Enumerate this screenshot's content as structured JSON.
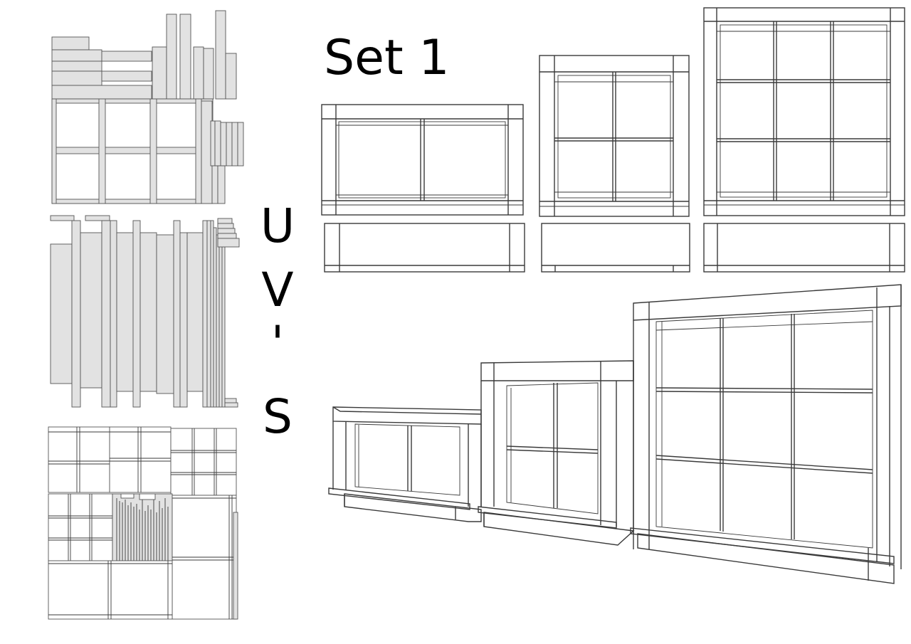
{
  "title": "Set 1",
  "side_label": [
    "U",
    "V",
    "'",
    "S"
  ]
}
